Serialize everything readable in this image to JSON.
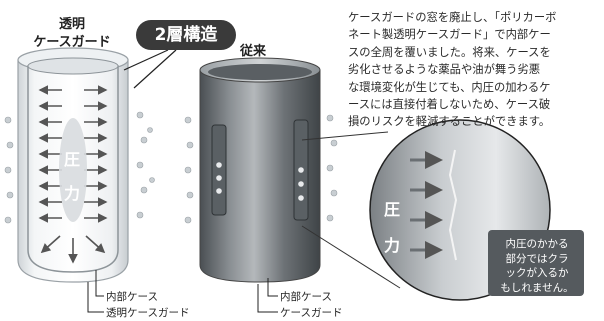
{
  "left_title": [
    "透明",
    "ケースガード"
  ],
  "badge": "2層構造",
  "right_title": "従来",
  "description": [
    "ケースガードの窓を廃止し、「ポリカーボ",
    "ネート製透明ケースガード」で内部ケー",
    "スの全周を覆いました。将来、ケースを",
    "劣化させるような薬品や油が舞う劣悪",
    "な環境変化が生じても、内圧の加わるケ",
    "ースには直接付着しないため、ケース破",
    "損のリスクを軽減することができます。"
  ],
  "pressure_chars": {
    "top": "圧",
    "bottom": "力"
  },
  "callout": [
    "内圧のかかる",
    "部分ではクラ",
    "ックが入るか",
    "もしれません。"
  ],
  "labels": {
    "left_inner": "内部ケース",
    "left_outer": "透明ケースガード",
    "right_inner": "内部ケース",
    "right_outer": "ケースガード"
  },
  "colors": {
    "glass": "#d9dde0",
    "metal": "#6d7276",
    "arrow": "#555555",
    "callout": "#555a5e"
  }
}
